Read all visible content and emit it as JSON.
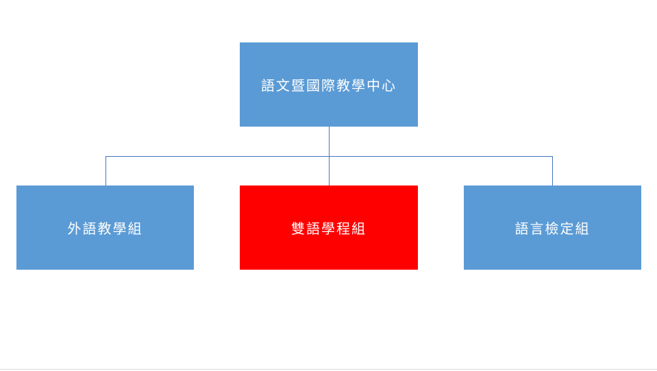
{
  "colors": {
    "node_default": "#5b9bd5",
    "node_highlight": "#ff0000",
    "connector": "#4472c4",
    "text": "#ffffff"
  },
  "org_chart": {
    "root": {
      "label": "語文暨國際教學中心"
    },
    "children": [
      {
        "label": "外語教學組",
        "highlighted": false
      },
      {
        "label": "雙語學程組",
        "highlighted": true
      },
      {
        "label": "語言檢定組",
        "highlighted": false
      }
    ]
  }
}
